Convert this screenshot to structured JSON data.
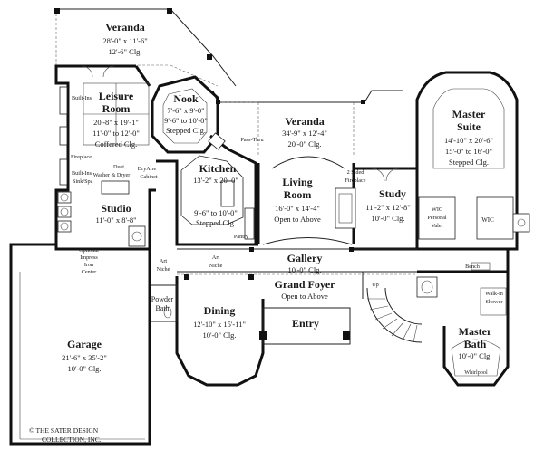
{
  "rooms": {
    "veranda_top": {
      "name": "Veranda",
      "dim": "28'-0\" x 11'-6\"",
      "clg": "12'-6\" Clg."
    },
    "leisure": {
      "name1": "Leisure",
      "name2": "Room",
      "dim": "20'-8\" x 19'-1\"",
      "clg1": "11'-0\" to 12'-0\"",
      "clg2": "Coffered Clg."
    },
    "nook": {
      "name": "Nook",
      "dim": "7'-6\" x 9'-0\"",
      "clg1": "9'-6\" to 10'-0\"",
      "clg2": "Stepped Clg."
    },
    "veranda_mid": {
      "name": "Veranda",
      "dim": "34'-9\" x 12'-4\"",
      "clg": "20'-0\" Clg."
    },
    "master_suite": {
      "name1": "Master",
      "name2": "Suite",
      "dim": "14'-10\" x 20'-6\"",
      "clg1": "15'-0\" to 16'-0\"",
      "clg2": "Stepped Clg."
    },
    "kitchen": {
      "name": "Kitchen",
      "dim": "13'-2\" x 20'-0\"",
      "clg1": "9'-6\" to 10'-0\"",
      "clg2": "Stepped Clg."
    },
    "living": {
      "name1": "Living",
      "name2": "Room",
      "dim": "16'-0\" x 14'-4\"",
      "clg": "Open to Above"
    },
    "study": {
      "name": "Study",
      "dim": "11'-2\" x 12'-8\"",
      "clg": "10'-0\" Clg."
    },
    "studio": {
      "name": "Studio",
      "dim": "11'-0\" x 8'-8\""
    },
    "gallery": {
      "name": "Gallery",
      "clg": "10'-0\" Clg."
    },
    "grand_foyer": {
      "name": "Grand Foyer",
      "clg": "Open to Above"
    },
    "dining": {
      "name": "Dining",
      "dim": "12'-10\" x 15'-11\"",
      "clg": "10'-0\" Clg."
    },
    "entry": {
      "name": "Entry"
    },
    "garage": {
      "name": "Garage",
      "dim": "21'-6\" x 35'-2\"",
      "clg": "10'-0\" Clg."
    },
    "master_bath": {
      "name1": "Master",
      "name2": "Bath",
      "clg": "10'-0\" Clg."
    },
    "powder_bath": {
      "name1": "Powder",
      "name2": "Bath"
    }
  },
  "labels": {
    "built_ins": "Built-Ins",
    "fireplace": "Fireplace",
    "built_ins_sink": "Built-Ins",
    "sink_spa": "Sink/Spa",
    "duet": "Duet",
    "washer_dryer": "Washer & Dryer",
    "dryaire": "DryAire",
    "cabinet": "Cabinet",
    "pass_thru": "Pass-Thru",
    "two_sided": "2 Sided",
    "fireplace2": "Fireplace",
    "wic_personal": "WIC",
    "personal": "Personal",
    "valet": "Valet",
    "wic": "WIC",
    "pantry": "Pantry",
    "art_niche_1a": "Art",
    "art_niche_1b": "Niche",
    "art_niche_2a": "Art",
    "art_niche_2b": "Niche",
    "optional1": "Optional",
    "optional2": "Impress",
    "optional3": "Iron",
    "optional4": "Center",
    "bench": "Bench",
    "up": "Up",
    "walkin1": "Walk-in",
    "walkin2": "Shower",
    "whirlpool": "Whirlpool"
  },
  "copyright": {
    "line1": "© THE SATER DESIGN",
    "line2": "COLLECTION, INC."
  }
}
